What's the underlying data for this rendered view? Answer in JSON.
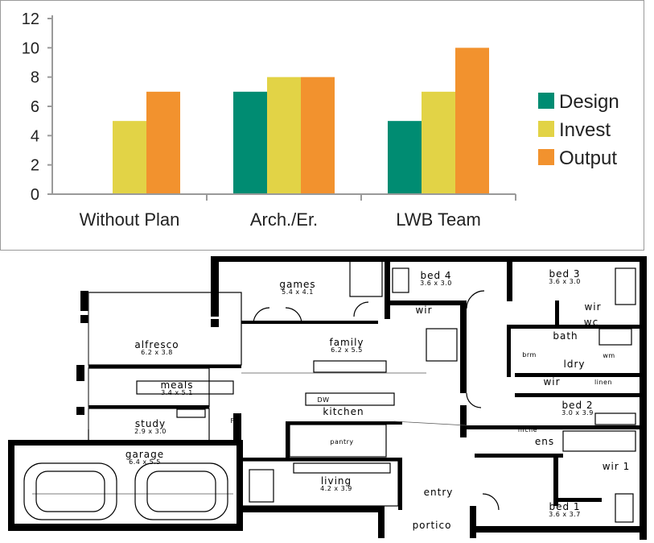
{
  "chart_data": {
    "type": "bar",
    "categories": [
      "Without Plan",
      "Arch./Er.",
      "LWB Team"
    ],
    "series": [
      {
        "name": "Design",
        "values": [
          0,
          7,
          5
        ],
        "color": "#008c72"
      },
      {
        "name": "Invest",
        "values": [
          5,
          8,
          7
        ],
        "color": "#e2d346"
      },
      {
        "name": "Output",
        "values": [
          7,
          8,
          10
        ],
        "color": "#f2922e"
      }
    ],
    "yticks": [
      "0",
      "2",
      "4",
      "6",
      "8",
      "10",
      "12"
    ],
    "ylim": [
      0,
      12
    ],
    "legend_position": "right",
    "grid": false
  },
  "floor_plan": {
    "rooms": [
      {
        "key": "games",
        "name": "games",
        "dims": "5.4 x 4.1"
      },
      {
        "key": "bed4",
        "name": "bed 4",
        "dims": "3.6 x 3.0"
      },
      {
        "key": "bed3",
        "name": "bed 3",
        "dims": "3.6 x 3.0"
      },
      {
        "key": "alfresco",
        "name": "alfresco",
        "dims": "6.2 x 3.8"
      },
      {
        "key": "family",
        "name": "family",
        "dims": "6.2 x 5.5"
      },
      {
        "key": "meals",
        "name": "meals",
        "dims": "3.4 x 5.1"
      },
      {
        "key": "study",
        "name": "study",
        "dims": "2.9 x 3.0"
      },
      {
        "key": "bed2",
        "name": "bed 2",
        "dims": "3.0 x 3.9"
      },
      {
        "key": "garage",
        "name": "garage",
        "dims": "6.4 x 5.5"
      },
      {
        "key": "living",
        "name": "living",
        "dims": "4.2 x 3.9"
      },
      {
        "key": "bed1",
        "name": "bed 1",
        "dims": "3.6 x 3.7"
      }
    ],
    "labels": {
      "wir_bed4": "wir",
      "wir_bed3": "wir",
      "wc": "wc",
      "bath": "bath",
      "brm": "brm",
      "wm": "wm",
      "ldry": "ldry",
      "wir_bed2": "wir",
      "linen": "linen",
      "kitchen": "kitchen",
      "pantry": "pantry",
      "niche": "niche",
      "ens": "ens",
      "wir1": "wir 1",
      "entry": "entry",
      "portico": "portico",
      "dw": "DW",
      "fridge": "F"
    }
  }
}
